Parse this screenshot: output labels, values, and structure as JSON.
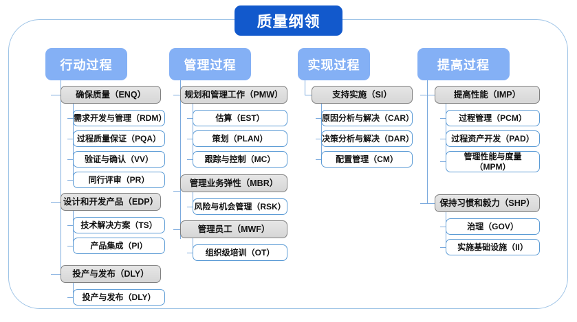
{
  "diagram": {
    "type": "tree-hierarchy",
    "root": {
      "label": "质量纲领"
    },
    "frame_color": "#9dc3e6",
    "root_color": "#1259cc",
    "header_color": "#84b0f5",
    "level1_color": "#dcdcdc",
    "level2_color": "#ffffff",
    "columns": [
      {
        "header": "行动过程",
        "groups": [
          {
            "label": "确保质量（ENQ）",
            "children": [
              {
                "label": "需求开发与管理（RDM）"
              },
              {
                "label": "过程质量保证（PQA）"
              },
              {
                "label": "验证与确认（VV）"
              },
              {
                "label": "同行评审（PR）"
              }
            ]
          },
          {
            "label": "设计和开发产品（EDP）",
            "children": [
              {
                "label": "技术解决方案（TS）"
              },
              {
                "label": "产品集成（PI）"
              }
            ]
          },
          {
            "label": "投产与发布（DLY）",
            "children": [
              {
                "label": "投产与发布（DLY）"
              }
            ]
          }
        ]
      },
      {
        "header": "管理过程",
        "groups": [
          {
            "label": "规划和管理工作（PMW）",
            "children": [
              {
                "label": "估算（EST）"
              },
              {
                "label": "策划（PLAN）"
              },
              {
                "label": "跟踪与控制（MC）"
              }
            ]
          },
          {
            "label": "管理业务弹性（MBR）",
            "children": [
              {
                "label": "风险与机会管理（RSK）"
              }
            ]
          },
          {
            "label": "管理员工（MWF）",
            "children": [
              {
                "label": "组织级培训（OT）"
              }
            ]
          }
        ]
      },
      {
        "header": "实现过程",
        "groups": [
          {
            "label": "支持实施（SI）",
            "children": [
              {
                "label": "原因分析与解决（CAR）"
              },
              {
                "label": "决策分析与解决（DAR）"
              },
              {
                "label": "配置管理（CM）"
              }
            ]
          }
        ]
      },
      {
        "header": "提高过程",
        "groups": [
          {
            "label": "提高性能（IMP）",
            "children": [
              {
                "label": "过程管理（PCM）"
              },
              {
                "label": "过程资产开发（PAD）"
              },
              {
                "label": "管理性能与度量\n（MPM）"
              }
            ]
          },
          {
            "label": "保持习惯和毅力（SHP）",
            "children": [
              {
                "label": "治理（GOV）"
              },
              {
                "label": "实施基础设施（II）"
              }
            ]
          }
        ]
      }
    ]
  }
}
